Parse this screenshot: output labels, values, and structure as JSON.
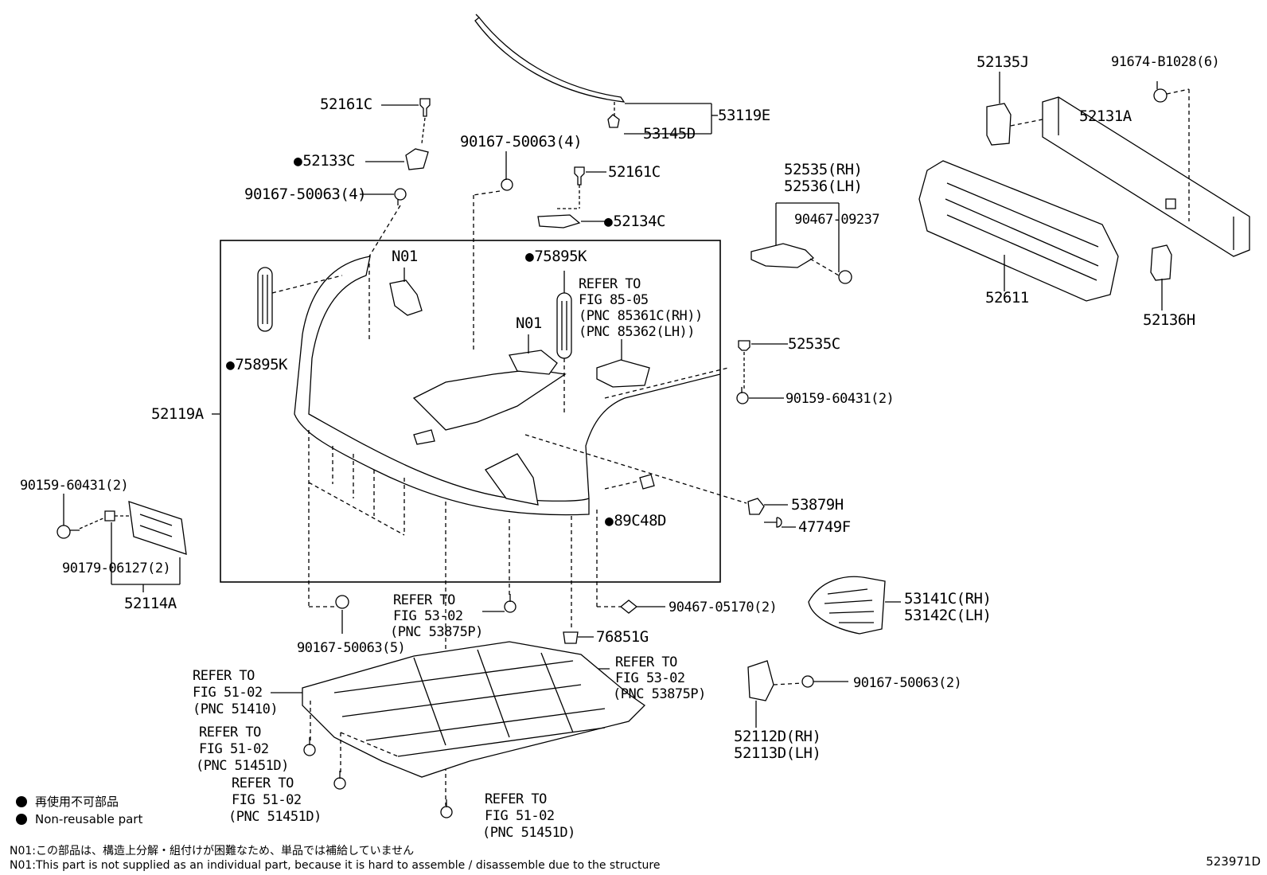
{
  "figure_number": "523971D",
  "colors": {
    "line": "#000000",
    "background": "#ffffff",
    "part_fill": "#f2f2f2"
  },
  "labels": {
    "p52161C_top": "52161C",
    "p52133C": "52133C",
    "p90167_4_left": "90167-50063(4)",
    "p90167_4_mid": "90167-50063(4)",
    "p52161C_mid": "52161C",
    "p52134C": "52134C",
    "p53119E": "53119E",
    "p53145D": "53145D",
    "p52535_rh": "52535(RH)",
    "p52536_lh": "52536(LH)",
    "p90467_09237": "90467-09237",
    "p52135J": "52135J",
    "p91674": "91674-B1028(6)",
    "p52131A": "52131A",
    "p52611": "52611",
    "p52136H": "52136H",
    "pN01_a": "N01",
    "pN01_b": "N01",
    "p75895K_mid": "75895K",
    "p75895K_left": "75895K",
    "refer_8505_l1": "REFER TO",
    "refer_8505_l2": "FIG 85-05",
    "refer_8505_l3": "(PNC 85361C(RH))",
    "refer_8505_l4": "(PNC 85362(LH))",
    "p52535C": "52535C",
    "p90159_right": "90159-60431(2)",
    "p52119A": "52119A",
    "p90159_left": "90159-60431(2)",
    "p90179": "90179-06127(2)",
    "p52114A": "52114A",
    "p53879H": "53879H",
    "p47749F": "47749F",
    "p89C48D": "89C48D",
    "p90467_05170": "90467-05170(2)",
    "p53141C_rh": "53141C(RH)",
    "p53142C_lh": "53142C(LH)",
    "refer_5302a_l1": "REFER TO",
    "refer_5302a_l2": "FIG 53-02",
    "refer_5302a_l3": "(PNC 53875P)",
    "p90167_5": "90167-50063(5)",
    "p76851G": "76851G",
    "refer_5302b_l1": "REFER TO",
    "refer_5302b_l2": "FIG 53-02",
    "refer_5302b_l3": "(PNC 53875P)",
    "p90167_2": "90167-50063(2)",
    "p52112D": "52112D(RH)",
    "p52113D": "52113D(LH)",
    "refer_5102a_l1": "REFER TO",
    "refer_5102a_l2": "FIG 51-02",
    "refer_5102a_l3": "(PNC 51410)",
    "refer_5102b_l1": "REFER TO",
    "refer_5102b_l2": "FIG 51-02",
    "refer_5102b_l3": "(PNC 51451D)",
    "refer_5102c_l1": "REFER TO",
    "refer_5102c_l2": "FIG 51-02",
    "refer_5102c_l3": "(PNC 51451D)",
    "refer_5102d_l1": "REFER TO",
    "refer_5102d_l2": "FIG 51-02",
    "refer_5102d_l3": "(PNC 51451D)"
  },
  "legend": {
    "jp": "再使用不可部品",
    "en": "Non-reusable part"
  },
  "notes": {
    "jp": "N01:この部品は、構造上分解・組付けが困難なため、単品では補給していません",
    "en": "N01:This part is not supplied as an individual part, because it is hard to assemble / disassemble due to the structure"
  }
}
